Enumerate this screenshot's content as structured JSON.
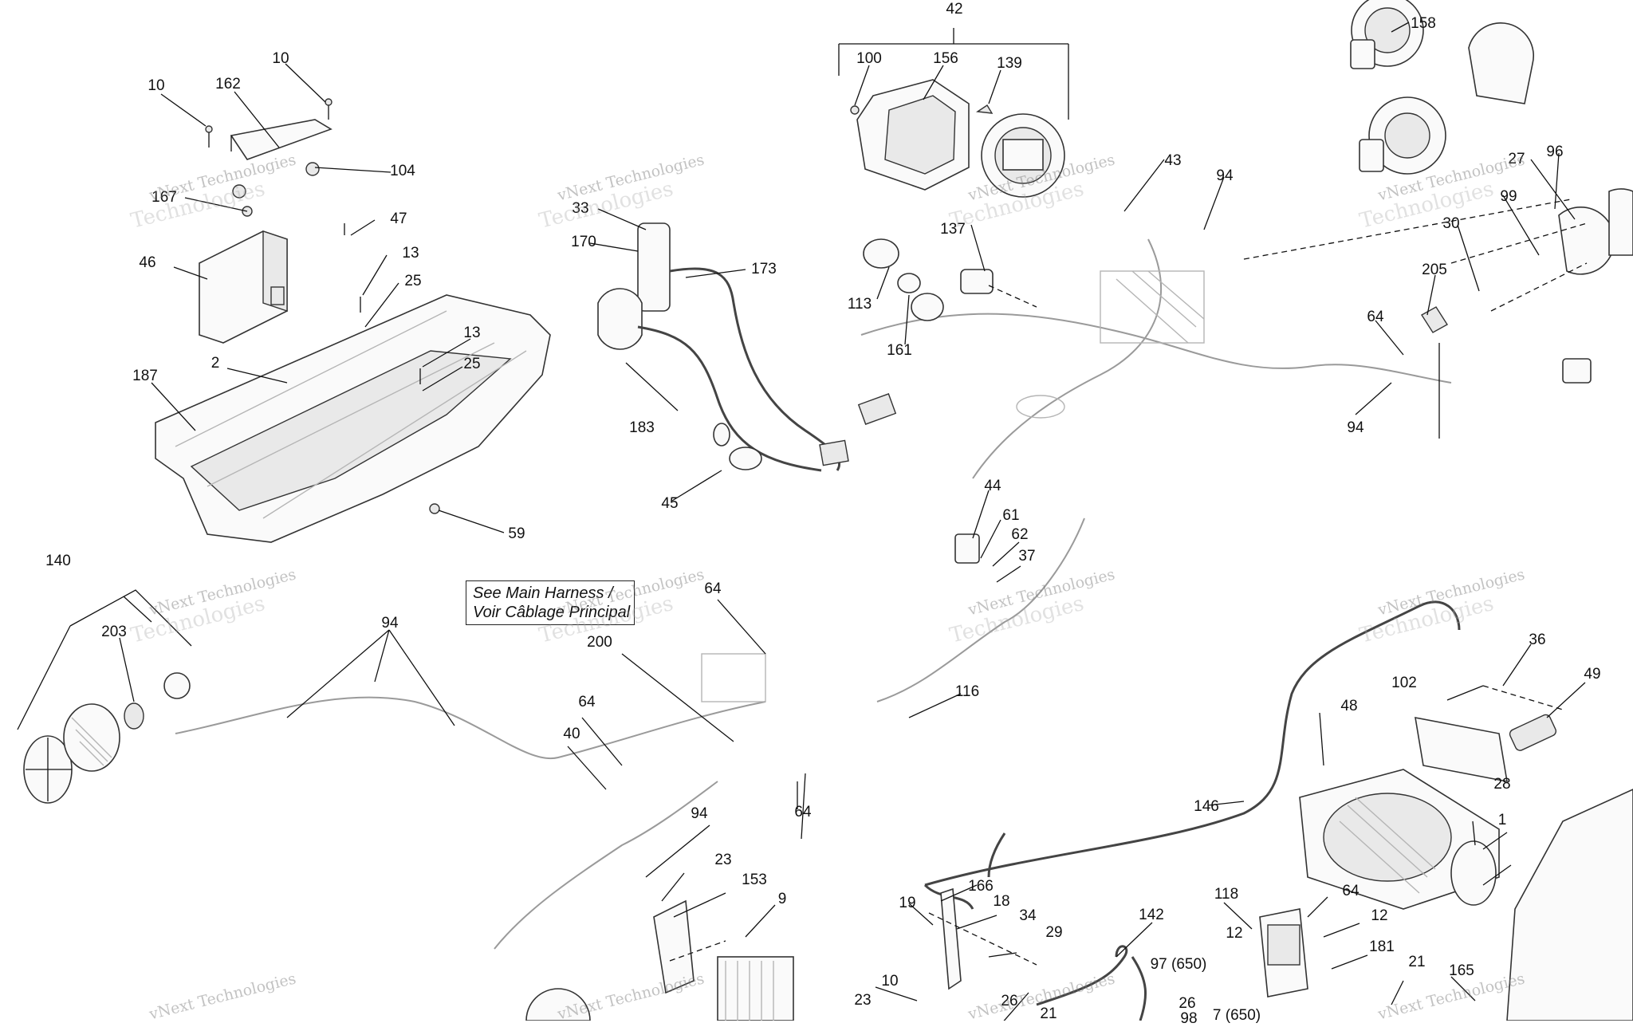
{
  "callouts": [
    {
      "id": "c42",
      "text": "42"
    },
    {
      "id": "c158",
      "text": "158"
    },
    {
      "id": "c100",
      "text": "100"
    },
    {
      "id": "c156",
      "text": "156"
    },
    {
      "id": "c139",
      "text": "139"
    },
    {
      "id": "c10a",
      "text": "10"
    },
    {
      "id": "c10b",
      "text": "10"
    },
    {
      "id": "c162",
      "text": "162"
    },
    {
      "id": "c104",
      "text": "104"
    },
    {
      "id": "c167",
      "text": "167"
    },
    {
      "id": "c47",
      "text": "47"
    },
    {
      "id": "c46",
      "text": "46"
    },
    {
      "id": "c13a",
      "text": "13"
    },
    {
      "id": "c25a",
      "text": "25"
    },
    {
      "id": "c13b",
      "text": "13"
    },
    {
      "id": "c25b",
      "text": "25"
    },
    {
      "id": "c2",
      "text": "2"
    },
    {
      "id": "c187",
      "text": "187"
    },
    {
      "id": "c59",
      "text": "59"
    },
    {
      "id": "c33",
      "text": "33"
    },
    {
      "id": "c170",
      "text": "170"
    },
    {
      "id": "c173",
      "text": "173"
    },
    {
      "id": "c183",
      "text": "183"
    },
    {
      "id": "c45",
      "text": "45"
    },
    {
      "id": "c113",
      "text": "113"
    },
    {
      "id": "c137",
      "text": "137"
    },
    {
      "id": "c161",
      "text": "161"
    },
    {
      "id": "c43",
      "text": "43"
    },
    {
      "id": "c94a",
      "text": "94"
    },
    {
      "id": "c27",
      "text": "27"
    },
    {
      "id": "c96",
      "text": "96"
    },
    {
      "id": "c99",
      "text": "99"
    },
    {
      "id": "c30",
      "text": "30"
    },
    {
      "id": "c205",
      "text": "205"
    },
    {
      "id": "c64a",
      "text": "64"
    },
    {
      "id": "c94b",
      "text": "94"
    },
    {
      "id": "c44",
      "text": "44"
    },
    {
      "id": "c61",
      "text": "61"
    },
    {
      "id": "c62",
      "text": "62"
    },
    {
      "id": "c37",
      "text": "37"
    },
    {
      "id": "c140",
      "text": "140"
    },
    {
      "id": "c203",
      "text": "203"
    },
    {
      "id": "c94c",
      "text": "94"
    },
    {
      "id": "c200",
      "text": "200"
    },
    {
      "id": "c64b",
      "text": "64"
    },
    {
      "id": "c116",
      "text": "116"
    },
    {
      "id": "c64c",
      "text": "64"
    },
    {
      "id": "c40",
      "text": "40"
    },
    {
      "id": "c64d",
      "text": "64"
    },
    {
      "id": "c94d",
      "text": "94"
    },
    {
      "id": "c23a",
      "text": "23"
    },
    {
      "id": "c153",
      "text": "153"
    },
    {
      "id": "c9",
      "text": "9"
    },
    {
      "id": "c146",
      "text": "146"
    },
    {
      "id": "c36",
      "text": "36"
    },
    {
      "id": "c49",
      "text": "49"
    },
    {
      "id": "c102",
      "text": "102"
    },
    {
      "id": "c48",
      "text": "48"
    },
    {
      "id": "c28",
      "text": "28"
    },
    {
      "id": "c1",
      "text": "1"
    },
    {
      "id": "c166",
      "text": "166"
    },
    {
      "id": "c19",
      "text": "19"
    },
    {
      "id": "c18",
      "text": "18"
    },
    {
      "id": "c34",
      "text": "34"
    },
    {
      "id": "c29",
      "text": "29"
    },
    {
      "id": "c142",
      "text": "142"
    },
    {
      "id": "c118",
      "text": "118"
    },
    {
      "id": "c64e",
      "text": "64"
    },
    {
      "id": "c12a",
      "text": "12"
    },
    {
      "id": "c12b",
      "text": "12"
    },
    {
      "id": "c181",
      "text": "181"
    },
    {
      "id": "c21a",
      "text": "21"
    },
    {
      "id": "c165",
      "text": "165"
    },
    {
      "id": "c97",
      "text": "97 (650)"
    },
    {
      "id": "c26a",
      "text": "26"
    },
    {
      "id": "c26b",
      "text": "26"
    },
    {
      "id": "c7",
      "text": "7 (650)"
    },
    {
      "id": "c98",
      "text": "98"
    },
    {
      "id": "c10c",
      "text": "10"
    },
    {
      "id": "c23b",
      "text": "23"
    },
    {
      "id": "c21b",
      "text": "21"
    }
  ],
  "note": {
    "line1": "See Main Harness /",
    "line2": "Voir Câblage Principal"
  },
  "watermark": {
    "line1": "vNext Technologies",
    "line2": "Technologies"
  },
  "colors": {
    "ink": "#111111",
    "watermark": "#8a8a8a",
    "paper": "#ffffff"
  }
}
